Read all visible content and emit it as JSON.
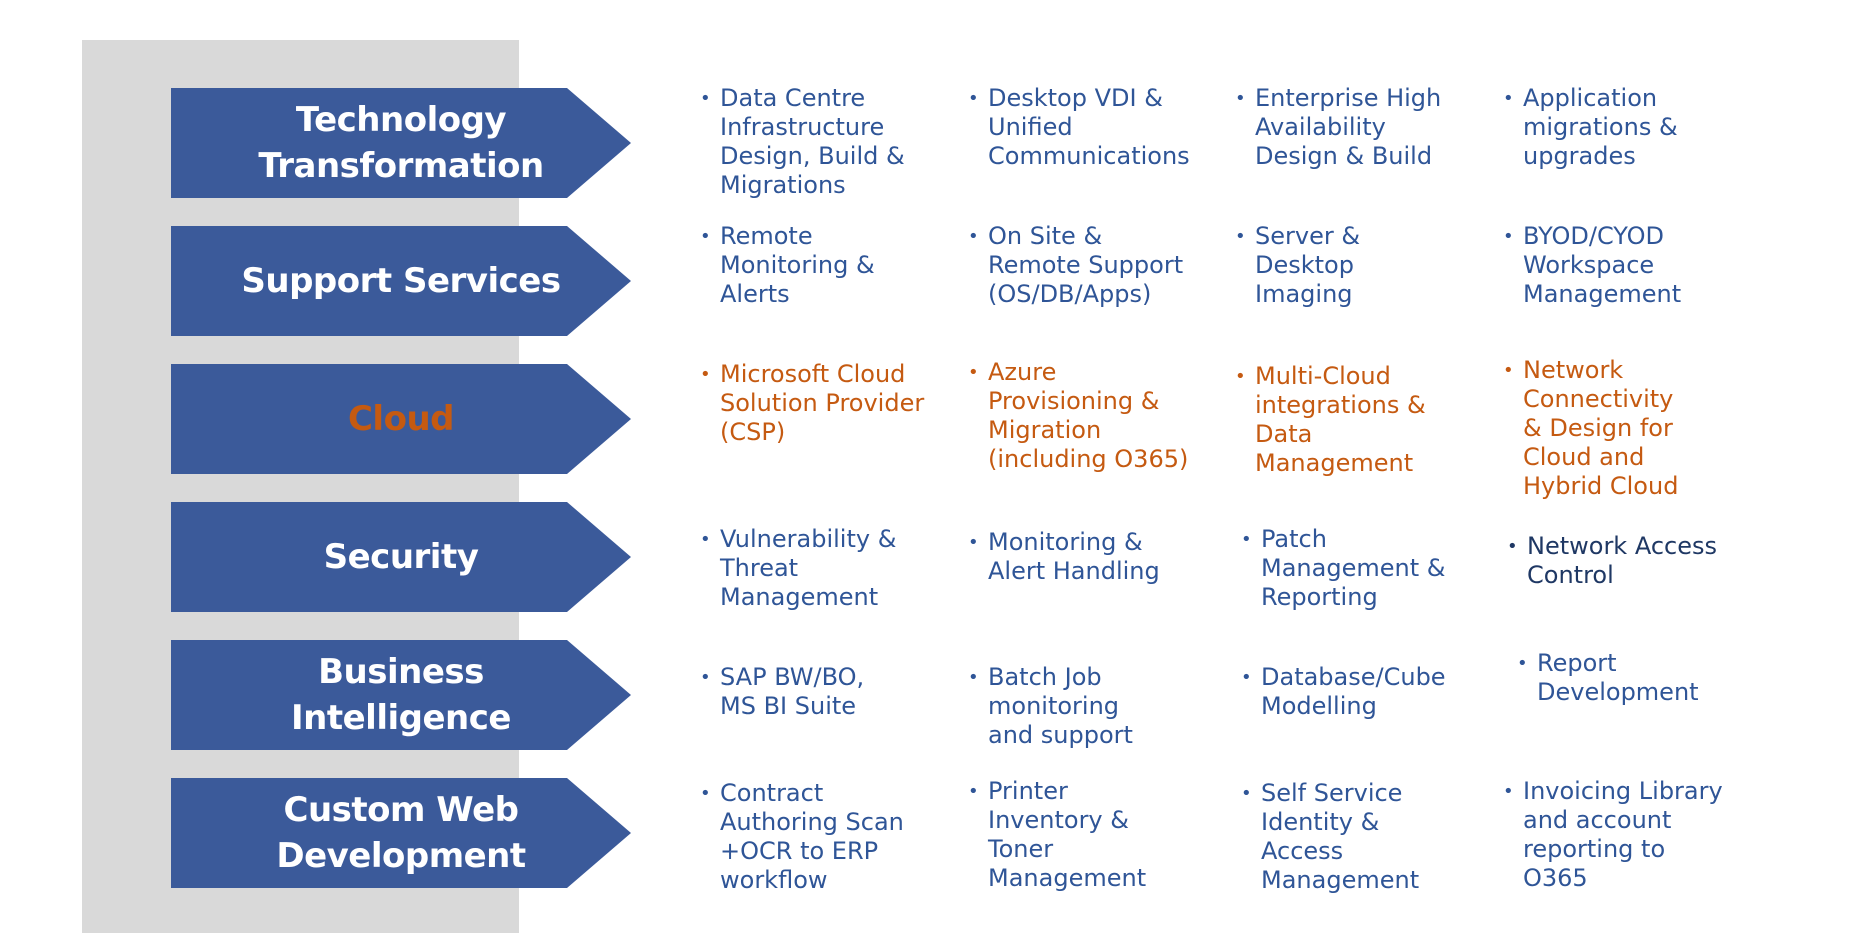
{
  "bullet": "•",
  "colors": {
    "arrow_fill": "#3b5a9a",
    "panel_bg": "#d9d9d9",
    "item_text": "#2f5597",
    "accent": "#c55a11",
    "dark_text": "#1f3864"
  },
  "rows": [
    {
      "label_lines": [
        "Technology",
        "Transformation"
      ],
      "items": [
        "Data Centre Infrastructure Design, Build & Migrations",
        "Desktop VDI & Unified Communications",
        "Enterprise High Availability Design & Build",
        "Application migrations & upgrades"
      ]
    },
    {
      "label_lines": [
        "Support Services"
      ],
      "items": [
        "Remote Monitoring & Alerts",
        "On Site & Remote Support (OS/DB/Apps)",
        "Server & Desktop Imaging",
        "BYOD/CYOD Workspace Management"
      ]
    },
    {
      "label_lines": [
        "Cloud"
      ],
      "items": [
        "Microsoft Cloud Solution Provider (CSP)",
        "Azure Provisioning & Migration (including O365)",
        "Multi-Cloud integrations & Data Management",
        "Network Connectivity & Design for Cloud and Hybrid Cloud"
      ]
    },
    {
      "label_lines": [
        "Security"
      ],
      "items": [
        "Vulnerability & Threat Management",
        "Monitoring & Alert Handling",
        "Patch Management & Reporting",
        "Network Access Control"
      ]
    },
    {
      "label_lines": [
        "Business Intelligence"
      ],
      "items": [
        "SAP BW/BO, MS BI Suite",
        "Batch Job monitoring and support",
        "Database/Cube Modelling",
        "Report Development"
      ]
    },
    {
      "label_lines": [
        "Custom Web",
        "Development"
      ],
      "items": [
        "Contract Authoring Scan +OCR to ERP workflow",
        "Printer Inventory & Toner Management",
        "Self Service Identity & Access Management",
        "Invoicing Library and account reporting to O365"
      ]
    }
  ]
}
